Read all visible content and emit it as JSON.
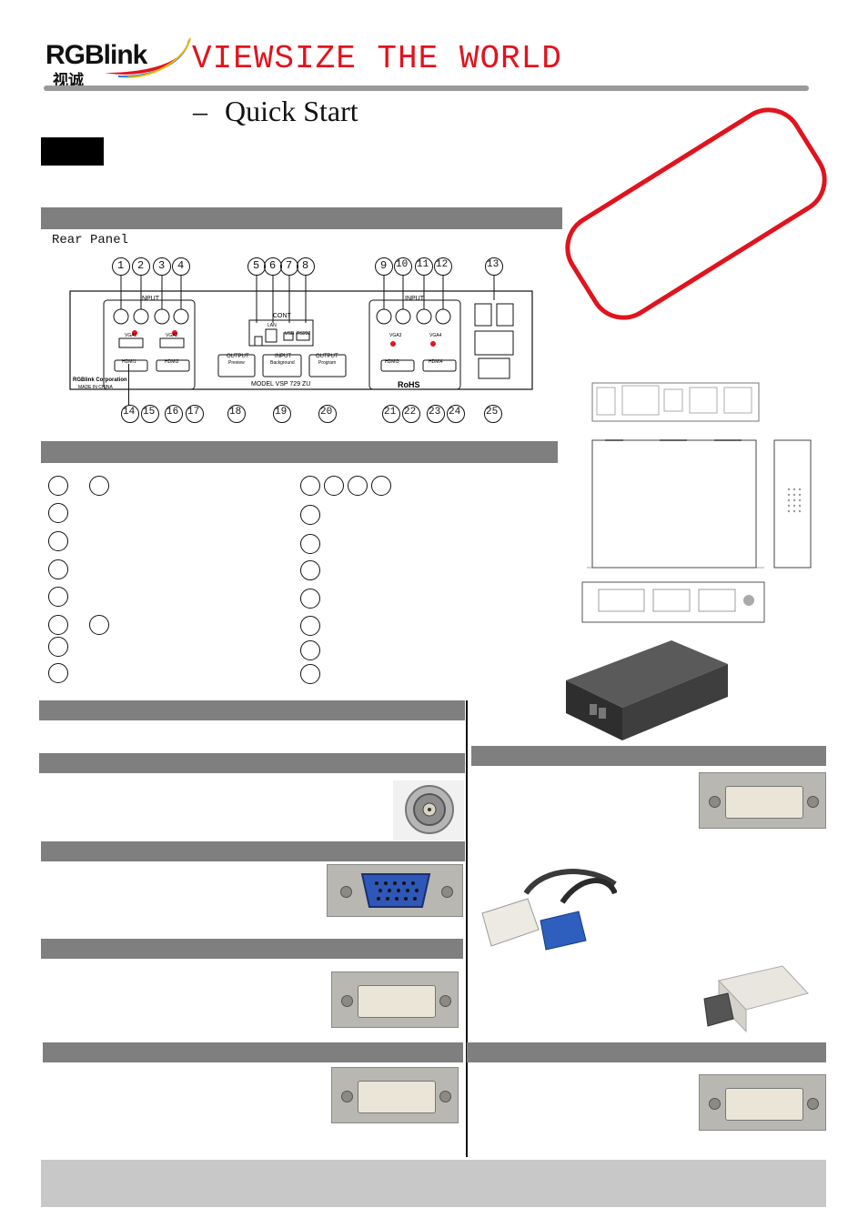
{
  "header": {
    "logo_text": "RGBlink",
    "logo_cn": "视诚",
    "slogan": "VIEWSIZE THE WORLD"
  },
  "title": {
    "dash": "–",
    "text": "Quick Start"
  },
  "rear_panel": {
    "label": "Rear Panel",
    "callouts_top": [
      "1",
      "2",
      "3",
      "4",
      "5",
      "6",
      "7",
      "8",
      "9",
      "10",
      "11",
      "12",
      "13"
    ],
    "callouts_bottom": [
      "14",
      "15",
      "16",
      "17",
      "18",
      "19",
      "20",
      "21",
      "22",
      "23",
      "24",
      "25"
    ],
    "silkscreen": {
      "input_left": "INPUT",
      "input_right": "INPUT",
      "cont": "CONT",
      "lan": "LAN",
      "usb": "USB",
      "rs232": "RS232",
      "vga1": "VGA1",
      "vga2": "VGA2",
      "vga3": "VGA3",
      "vga4": "VGA4",
      "hdmi1": "HDMI1",
      "hdmi2": "HDMI2",
      "hdmi3": "HDMI3",
      "hdmi4": "HDMI4",
      "output_preview": "OUTPUT",
      "preview": "Preview",
      "input_background": "INPUT",
      "background": "Background",
      "output_program": "OUTPUT",
      "program": "Program",
      "corp": "RGBlink Corporation",
      "made_in": "MADE IN CHINA",
      "model": "MODEL VSP 729 ZU",
      "rohs": "RoHS"
    }
  },
  "colors": {
    "accent": "#e0141e",
    "bar": "#7f7f7f",
    "footer": "#c8c8c8",
    "rule": "#9a9a9a"
  },
  "icons": {
    "cvbs": "bnc-connector-photo",
    "vga": "vga-connector-photo",
    "dvi": "dvi-connector-photo",
    "cable": "dvi-vga-cable-photo",
    "adapter": "dvi-vga-adapter-photo",
    "device": "device-chassis-photo"
  }
}
